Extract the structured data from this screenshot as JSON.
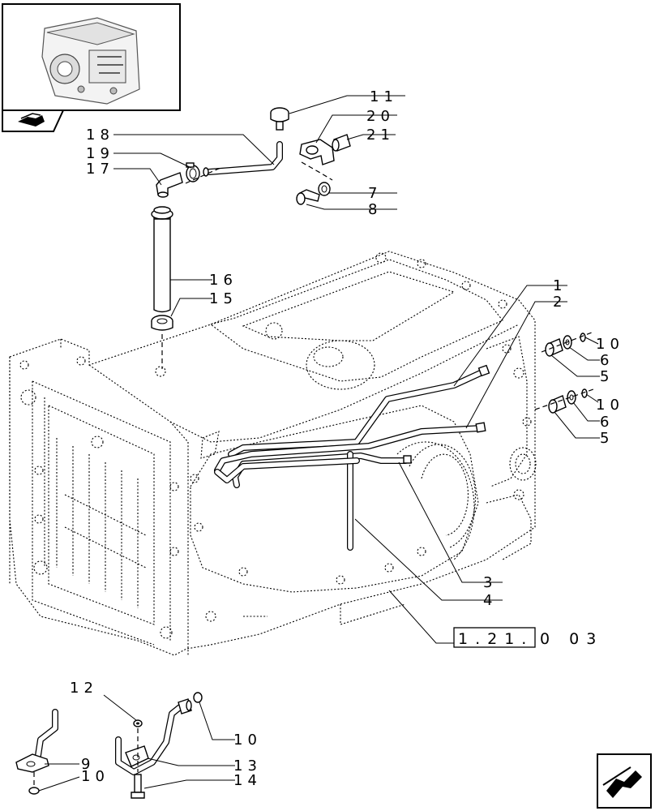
{
  "labels": {
    "l1": "1",
    "l2": "2",
    "l3": "3",
    "l4": "4",
    "l5a": "5",
    "l5b": "5",
    "l6a": "6",
    "l6b": "6",
    "l7": "7",
    "l8": "8",
    "l9": "9",
    "l10a": "10",
    "l10b": "10",
    "l10c": "10",
    "l10d": "10",
    "l11": "11",
    "l12": "12",
    "l13": "13",
    "l14": "14",
    "l15": "15",
    "l16": "16",
    "l17": "17",
    "l18": "18",
    "l19": "19",
    "l20": "20",
    "l21": "21"
  },
  "reference": {
    "boxed": "1.21.",
    "rest": "0 03"
  },
  "icons": {
    "thumbnail": "transmission-housing-thumbnail",
    "nav_prev": "arrow-prev-icon",
    "nav_next": "arrow-next-icon"
  }
}
